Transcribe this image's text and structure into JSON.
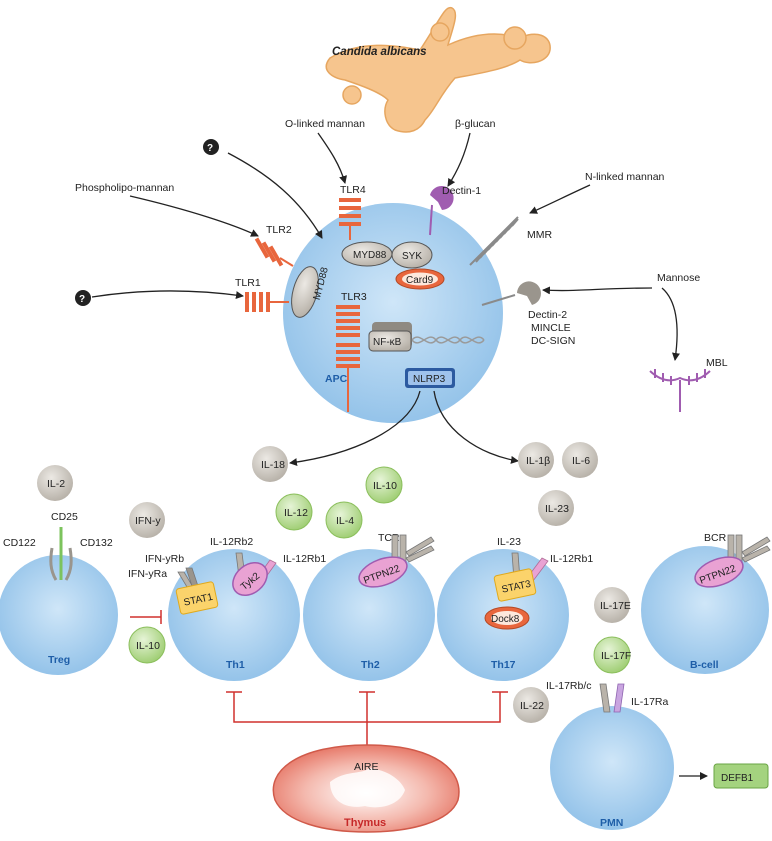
{
  "organism": "Candida albicans",
  "ligands": {
    "o_linked_mannan": "O-linked mannan",
    "beta_glucan": "β-glucan",
    "n_linked_mannan": "N-linked mannan",
    "phospholipomannan": "Phospholipo-mannan",
    "mannose": "Mannose",
    "unknown": "?"
  },
  "receptors": {
    "tlr4": "TLR4",
    "tlr2": "TLR2",
    "tlr1": "TLR1",
    "tlr3": "TLR3",
    "dectin1": "Dectin-1",
    "mmr": "MMR",
    "dectin2": "Dectin-2",
    "mincle": "MINCLE",
    "dcsign": "DC-SIGN",
    "mbl": "MBL"
  },
  "apc": {
    "label": "APC",
    "myd88_top": "MYD88",
    "myd88_left": "MYD88",
    "syk": "SYK",
    "card9": "Card9",
    "nfkb": "NF-κB",
    "nlrp3": "NLRP3"
  },
  "cytokines": {
    "il18": "IL-18",
    "il1b": "IL-1β",
    "il6": "IL-6",
    "il2": "IL-2",
    "ifng": "IFN-y",
    "il12": "IL-12",
    "il4": "IL-4",
    "il10_top": "IL-10",
    "il23": "IL-23",
    "il10_treg": "IL-10",
    "il17e": "IL-17E",
    "il17f": "IL-17F",
    "il22": "IL-22"
  },
  "cells": {
    "treg": "Treg",
    "th1": "Th1",
    "th2": "Th2",
    "th17": "Th17",
    "bcell": "B-cell",
    "pmn": "PMN",
    "thymus": "Thymus"
  },
  "cell_labels": {
    "cd25": "CD25",
    "cd122": "CD122",
    "cd132": "CD132",
    "ifnyrb": "IFN-yRb",
    "ifnyra": "IFN-yRa",
    "il12rb2": "IL-12Rb2",
    "il12rb1_th1": "IL-12Rb1",
    "stat1": "STAT1",
    "tyk2": "Tyk2",
    "tcr": "TCR",
    "ptpn22_th2": "PTPN22",
    "il23_receptor": "IL-23",
    "il12rb1_th17": "IL-12Rb1",
    "stat3": "STAT3",
    "dock8": "Dock8",
    "bcr": "BCR",
    "ptpn22_b": "PTPN22",
    "il17rbc": "IL-17Rb/c",
    "il17ra": "IL-17Ra",
    "aire": "AIRE",
    "defb1": "DEFB1"
  },
  "colors": {
    "cell_fill": "#a9d0ef",
    "receptor_red": "#e8663d",
    "card_purple": "#a05cb0",
    "cytokine_grey": "#cfcac2",
    "cytokine_green": "#bfe0a0",
    "stat_yellow": "#fbd36b",
    "pink": "#e9a2d3",
    "thymus_red": "#e9897d",
    "nlrp3_blue": "#2c5aa0",
    "defb1_green": "#a4d37f"
  }
}
